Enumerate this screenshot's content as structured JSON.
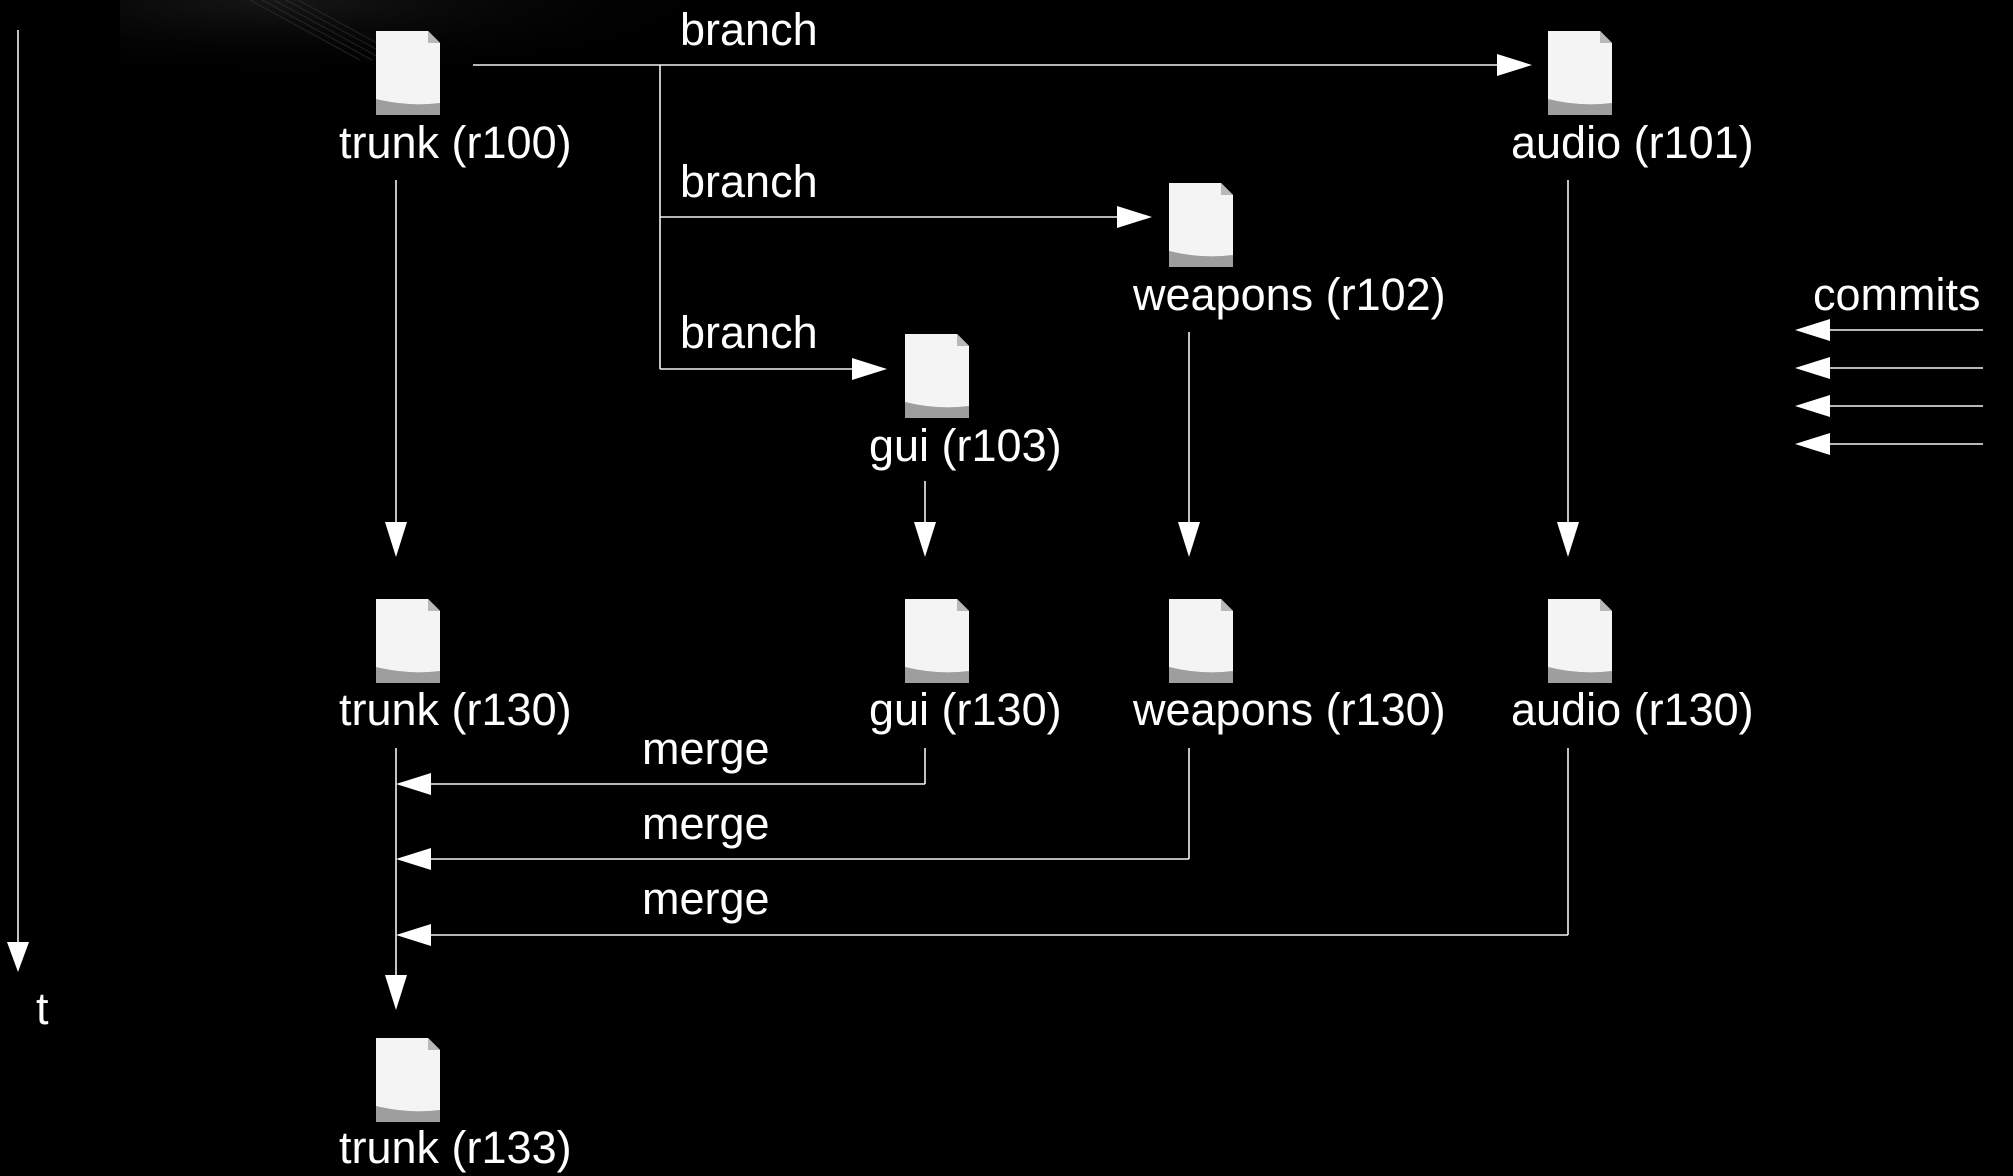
{
  "diagram": {
    "time_axis_label": "t",
    "commits_label": "commits",
    "nodes": {
      "trunk_r100": "trunk (r100)",
      "audio_r101": "audio (r101)",
      "weapons_r102": "weapons (r102)",
      "gui_r103": "gui (r103)",
      "trunk_r130": "trunk (r130)",
      "gui_r130": "gui (r130)",
      "weapons_r130": "weapons (r130)",
      "audio_r130": "audio (r130)",
      "trunk_r133": "trunk (r133)"
    },
    "edges": {
      "branch_audio": "branch",
      "branch_weapons": "branch",
      "branch_gui": "branch",
      "merge_gui": "merge",
      "merge_weapons": "merge",
      "merge_audio": "merge"
    }
  },
  "colors": {
    "background": "#000000",
    "foreground": "#ffffff"
  },
  "icons": {
    "node": "document-icon"
  }
}
